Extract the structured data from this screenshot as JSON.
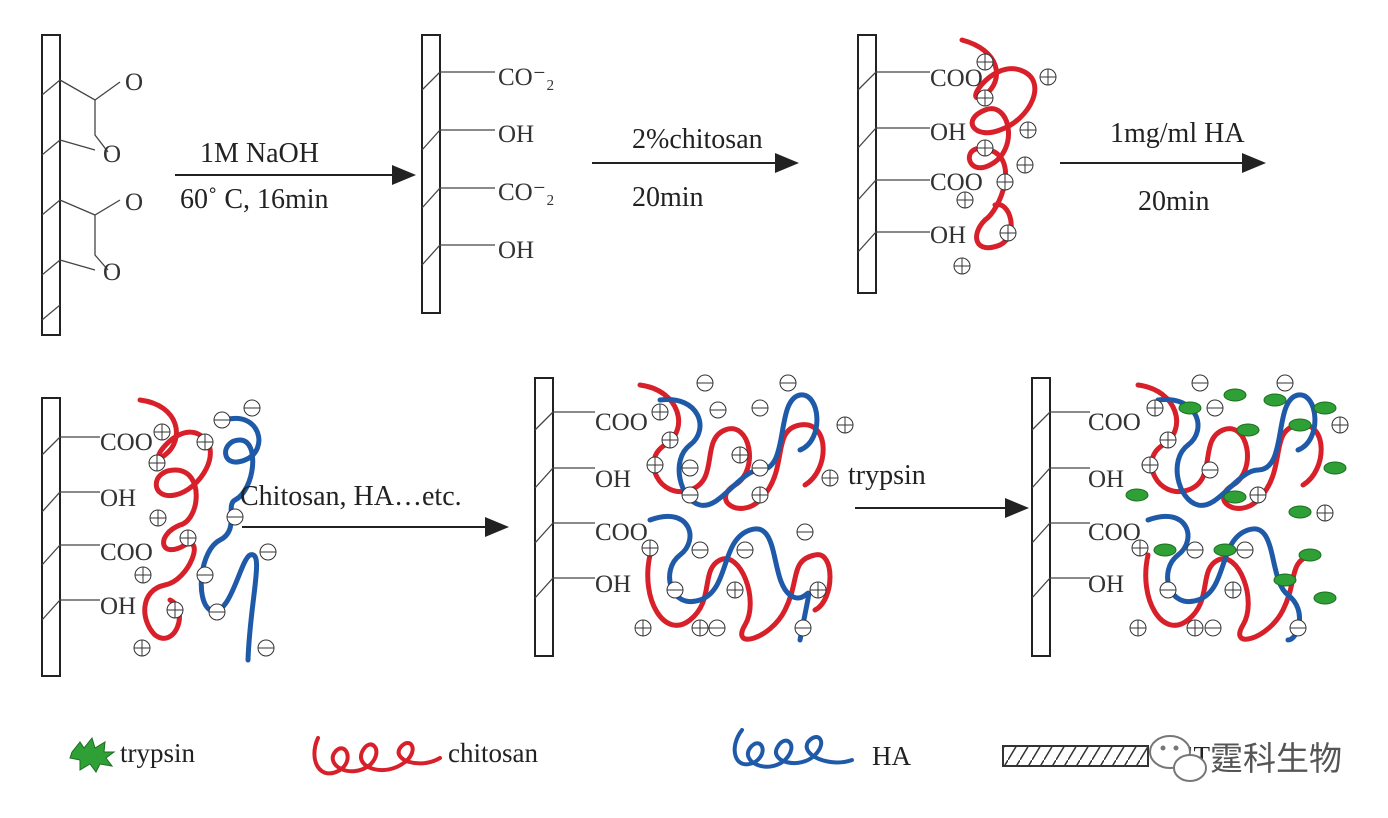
{
  "colors": {
    "chitosan": "#d8202a",
    "ha": "#1f5aa8",
    "trypsin": "#2fa035",
    "line": "#222222"
  },
  "step1": {
    "groups": [
      "O",
      "O",
      "O",
      "O"
    ],
    "arrow_top": "1M NaOH",
    "arrow_bottom": "60˚ C,  16min"
  },
  "step2": {
    "groups": [
      "CO⁻₂",
      "OH",
      "CO⁻₂",
      "OH"
    ],
    "arrow_top": "2%chitosan",
    "arrow_bottom": "20min"
  },
  "step3": {
    "groups": [
      "COO",
      "OH",
      "COO",
      "OH"
    ],
    "arrow_top": "1mg/ml HA",
    "arrow_bottom": "20min"
  },
  "step4": {
    "groups": [
      "COO",
      "OH",
      "COO",
      "OH"
    ],
    "arrow_label": "Chitosan, HA…etc."
  },
  "step5": {
    "groups": [
      "COO",
      "OH",
      "COO",
      "OH"
    ],
    "arrow_label": "trypsin"
  },
  "step6": {
    "groups": [
      "COO",
      "OH",
      "COO",
      "OH"
    ]
  },
  "legend": {
    "trypsin": "trypsin",
    "chitosan": "chitosan",
    "ha": "HA",
    "pet": "PET"
  },
  "watermark": "霆科生物"
}
